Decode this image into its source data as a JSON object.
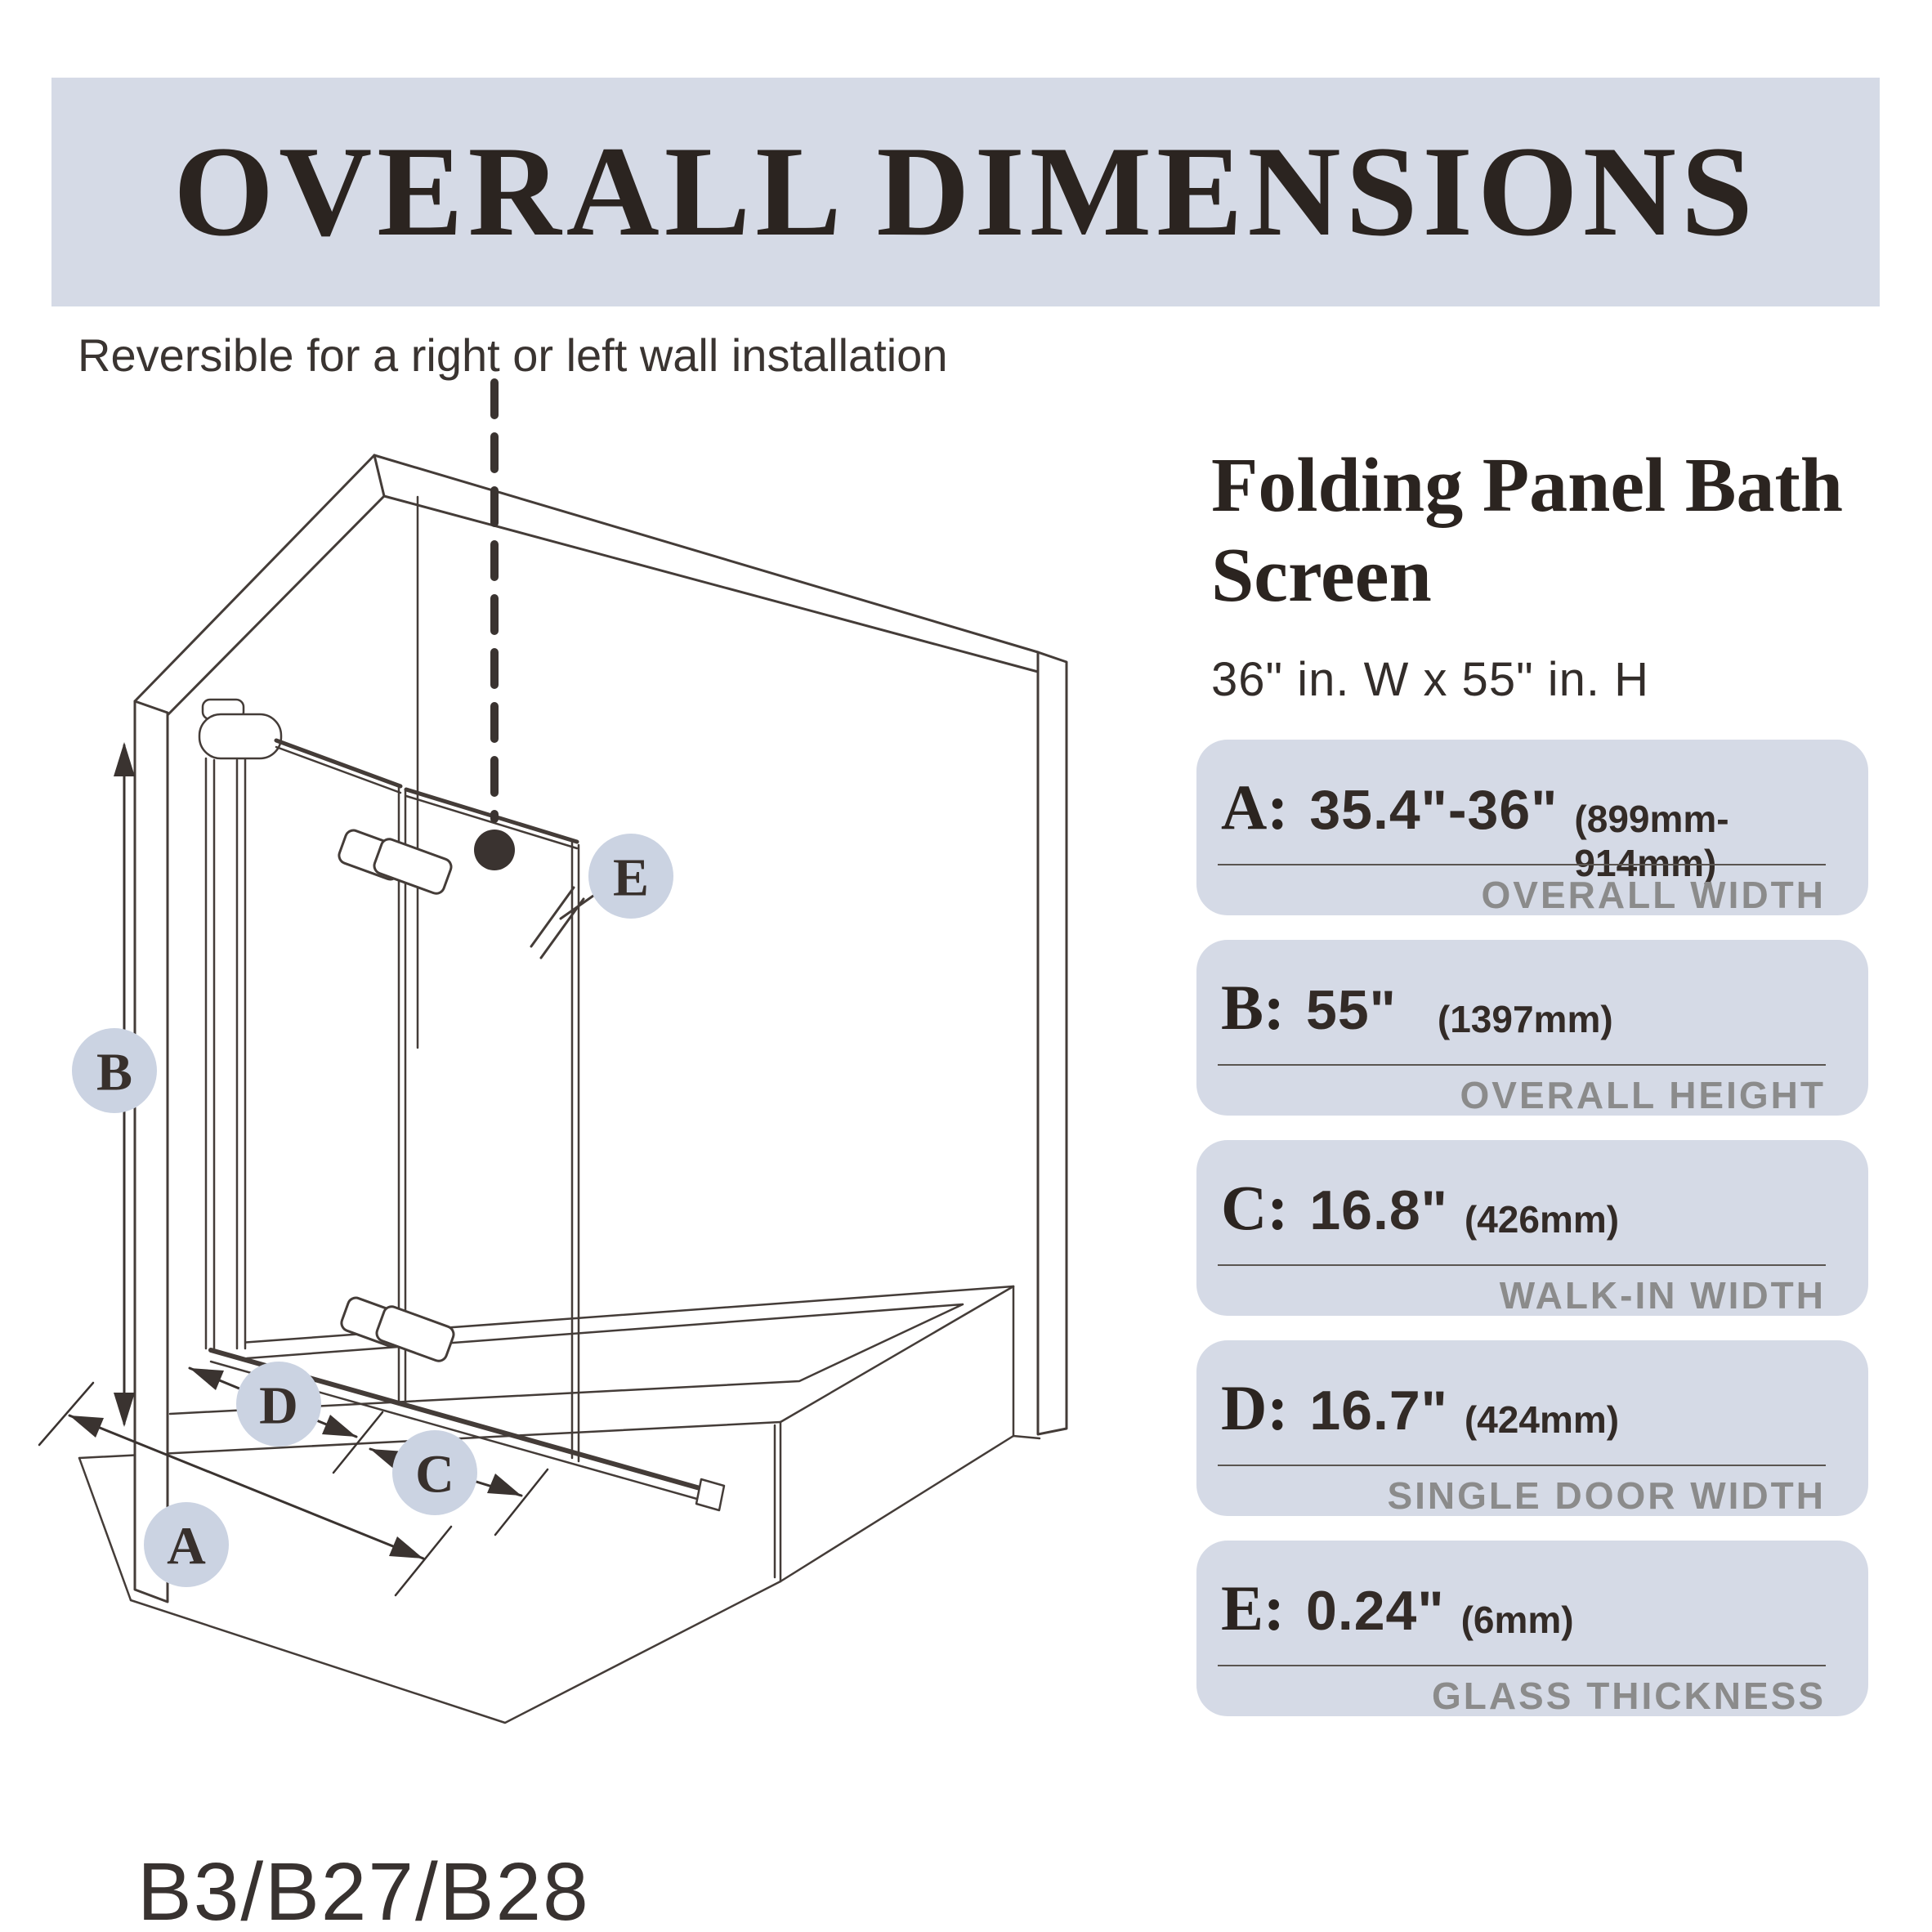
{
  "banner": {
    "title": "OVERALL DIMENSIONS"
  },
  "note": "Reversible for a right or left wall installation",
  "product": {
    "title_line1": "Folding Panel Bath",
    "title_line2": "Screen",
    "size": "36\" in. W x 55\" in. H"
  },
  "specs": [
    {
      "key": "A:",
      "value": "35.4\"-36\"",
      "metric": "(899mm-914mm)",
      "label": "OVERALL WIDTH"
    },
    {
      "key": "B:",
      "value": "55\"",
      "metric": "(1397mm)",
      "label": "OVERALL HEIGHT"
    },
    {
      "key": "C:",
      "value": "16.8\"",
      "metric": "(426mm)",
      "label": "WALK-IN WIDTH"
    },
    {
      "key": "D:",
      "value": "16.7\"",
      "metric": "(424mm)",
      "label": "SINGLE DOOR WIDTH"
    },
    {
      "key": "E:",
      "value": "0.24\"",
      "metric": "(6mm)",
      "label": "GLASS THICKNESS"
    }
  ],
  "diagram": {
    "labels": {
      "a": "A",
      "b": "B",
      "c": "C",
      "d": "D",
      "e": "E"
    },
    "model_codes": "B3/B27/B28"
  },
  "colors": {
    "panel_bg": "#d5dae6",
    "badge_bg": "#cbd3e2",
    "text_dark": "#2b2420",
    "label_gray": "#8b8b8b",
    "line": "#443c38"
  }
}
